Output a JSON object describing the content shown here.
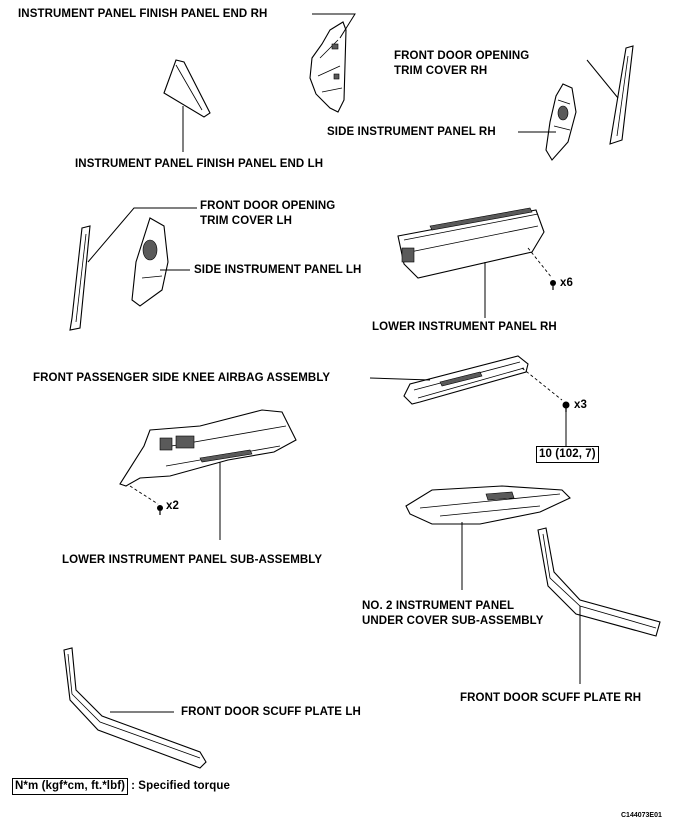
{
  "labels": {
    "finish_end_rh": "INSTRUMENT PANEL FINISH PANEL END RH",
    "finish_end_lh": "INSTRUMENT PANEL FINISH PANEL END LH",
    "door_trim_rh_1": "FRONT DOOR OPENING",
    "door_trim_rh_2": "TRIM COVER RH",
    "side_panel_rh": "SIDE INSTRUMENT PANEL RH",
    "door_trim_lh_1": "FRONT DOOR OPENING",
    "door_trim_lh_2": "TRIM COVER LH",
    "side_panel_lh": "SIDE INSTRUMENT PANEL LH",
    "lower_panel_rh": "LOWER INSTRUMENT PANEL RH",
    "knee_airbag": "FRONT PASSENGER SIDE KNEE AIRBAG ASSEMBLY",
    "lower_panel_sub": "LOWER INSTRUMENT PANEL SUB-ASSEMBLY",
    "under_cover_1": "NO. 2 INSTRUMENT PANEL",
    "under_cover_2": "UNDER COVER SUB-ASSEMBLY",
    "scuff_rh": "FRONT DOOR SCUFF PLATE RH",
    "scuff_lh": "FRONT DOOR SCUFF PLATE LH"
  },
  "fasteners": {
    "qty_lower_rh": "x6",
    "qty_airbag": "x3",
    "qty_lower_sub": "x2"
  },
  "torque": {
    "value": "10 (102, 7)"
  },
  "legend": {
    "unit": "N*m (kgf*cm, ft.*lbf)",
    "description": ": Specified torque"
  },
  "figure_id": "C144073E01"
}
